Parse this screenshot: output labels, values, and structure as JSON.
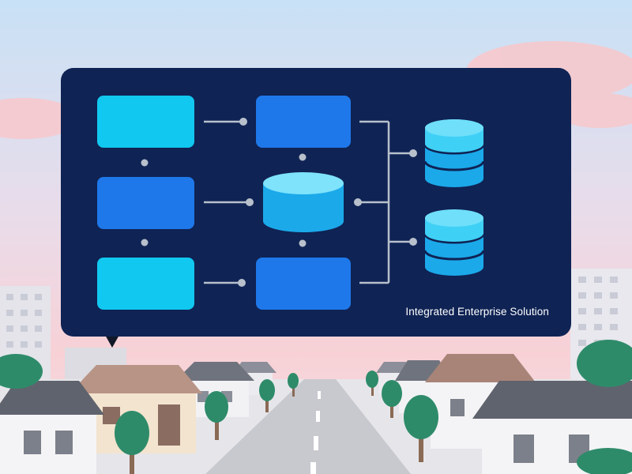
{
  "diagram": {
    "caption": "Integrated Enterprise Solution",
    "colors": {
      "panel": "#0f2354",
      "cyan_box": "#11c8f0",
      "blue_box": "#1e78ea",
      "connector": "#b8c0cc",
      "db_light": "#3fd0f6",
      "db_dark": "#1ba9ea"
    },
    "nodes": [
      {
        "id": "box-top-left",
        "shape": "rectangle",
        "color": "cyan"
      },
      {
        "id": "box-middle-left",
        "shape": "rectangle",
        "color": "blue"
      },
      {
        "id": "box-bottom-left",
        "shape": "rectangle",
        "color": "cyan"
      },
      {
        "id": "box-top-center",
        "shape": "rectangle",
        "color": "blue"
      },
      {
        "id": "cylinder-center",
        "shape": "cylinder",
        "color": "cyan"
      },
      {
        "id": "box-bottom-center",
        "shape": "rectangle",
        "color": "blue"
      },
      {
        "id": "database-top-right",
        "shape": "database-stack",
        "color": "cyan"
      },
      {
        "id": "database-bottom-right",
        "shape": "database-stack",
        "color": "cyan"
      }
    ]
  }
}
